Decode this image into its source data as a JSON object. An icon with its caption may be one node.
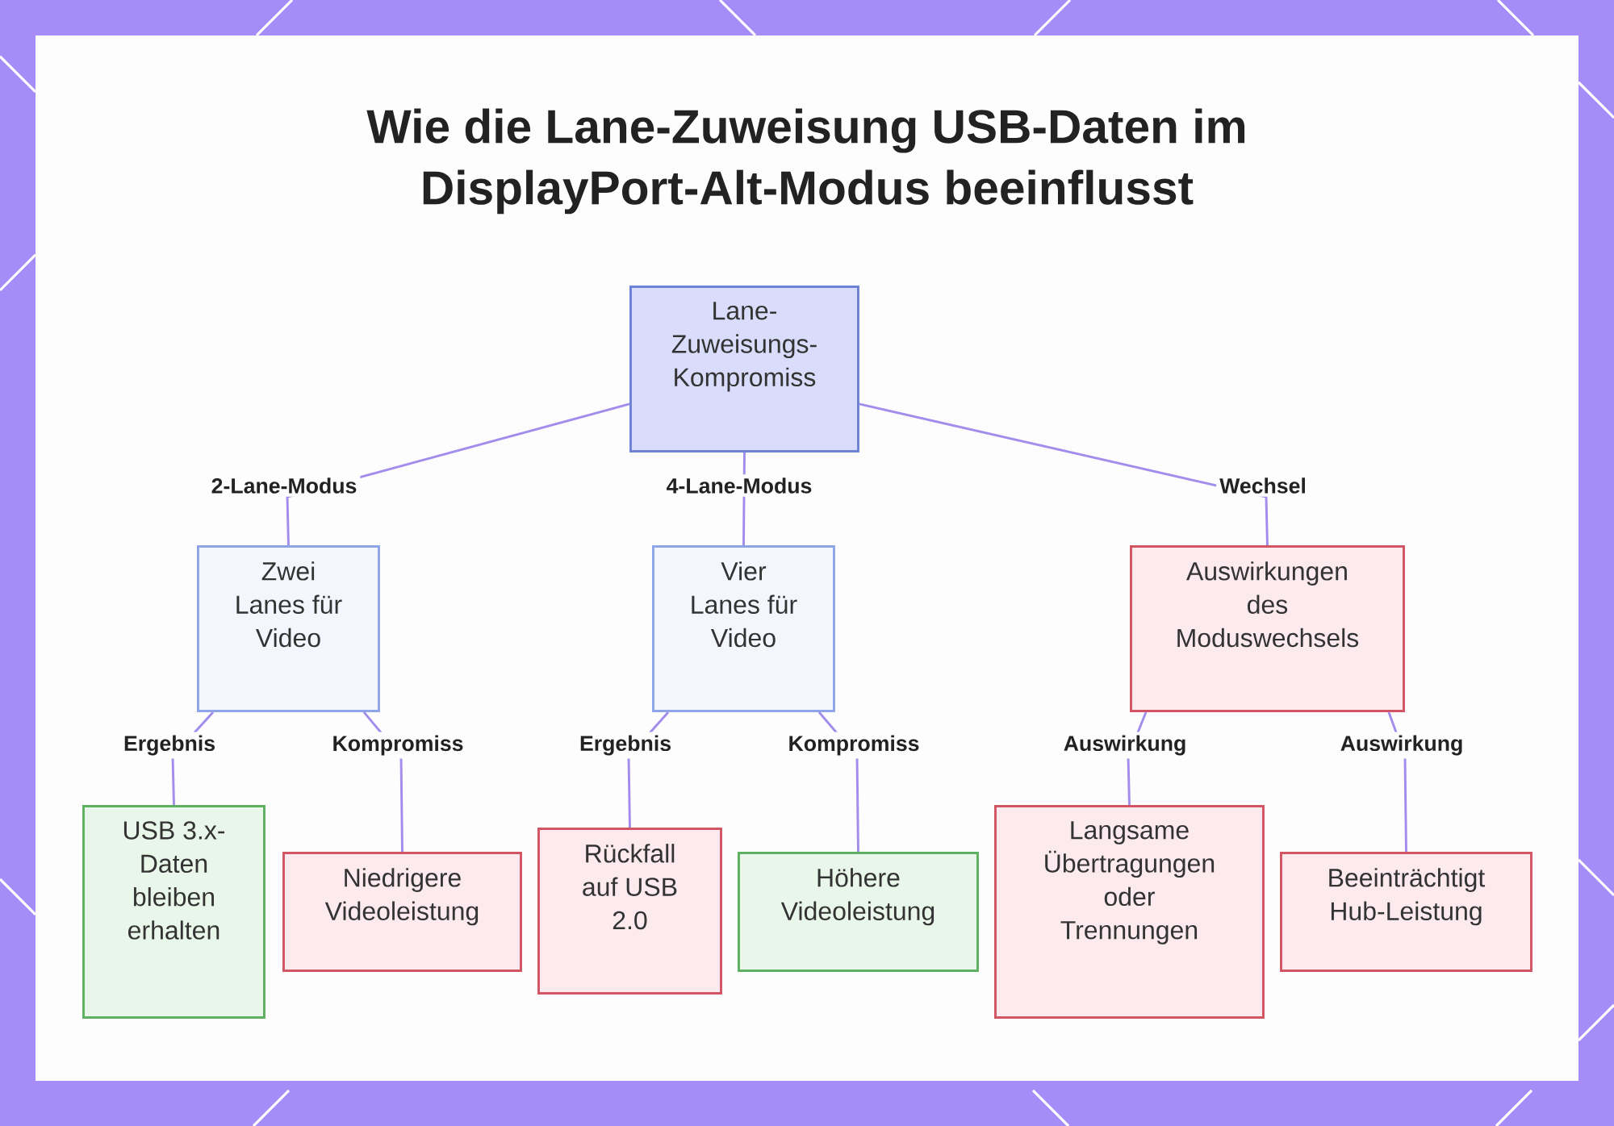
{
  "diagram": {
    "title": "Wie die Lane-Zuweisung USB-Daten im DisplayPort-Alt-Modus beeinflusst",
    "nodes": [
      {
        "text": [
          "Lane-Zuweisungs-Kompromiss"
        ]
      },
      {
        "text": [
          "Zwei Lanes für Video"
        ]
      },
      {
        "text": [
          "Vier Lanes für Video"
        ]
      },
      {
        "text": [
          "Auswirkungen des Moduswechsels"
        ]
      },
      {
        "text": [
          "USB 3.x-Daten bleiben erhalten"
        ]
      },
      {
        "text": [
          "Niedrigere Videoleistung"
        ]
      },
      {
        "text": [
          "Rückfall auf USB 2.0"
        ]
      },
      {
        "text": [
          "Höhere Videoleistung"
        ]
      },
      {
        "text": [
          "Langsame Übertragungen oder Trennungen"
        ]
      },
      {
        "text": [
          "Beeinträchtigt Hub-Leistung"
        ]
      }
    ],
    "edges": [
      {
        "from": 0,
        "to": 1,
        "arrow": "none",
        "label": "2-Lane-Modus"
      },
      {
        "from": 0,
        "to": 2,
        "arrow": "none",
        "label": "4-Lane-Modus"
      },
      {
        "from": 0,
        "to": 3,
        "arrow": "none",
        "label": "Wechsel"
      },
      {
        "from": 1,
        "to": 4,
        "arrow": "none",
        "label": "Ergebnis"
      },
      {
        "from": 1,
        "to": 5,
        "arrow": "none",
        "label": "Kompromiss"
      },
      {
        "from": 2,
        "to": 6,
        "arrow": "none",
        "label": "Ergebnis"
      },
      {
        "from": 2,
        "to": 7,
        "arrow": "none",
        "label": "Kompromiss"
      },
      {
        "from": 3,
        "to": 8,
        "arrow": "none",
        "label": "Auswirkung"
      },
      {
        "from": 3,
        "to": 9,
        "arrow": "none",
        "label": "Auswirkung"
      }
    ]
  }
}
